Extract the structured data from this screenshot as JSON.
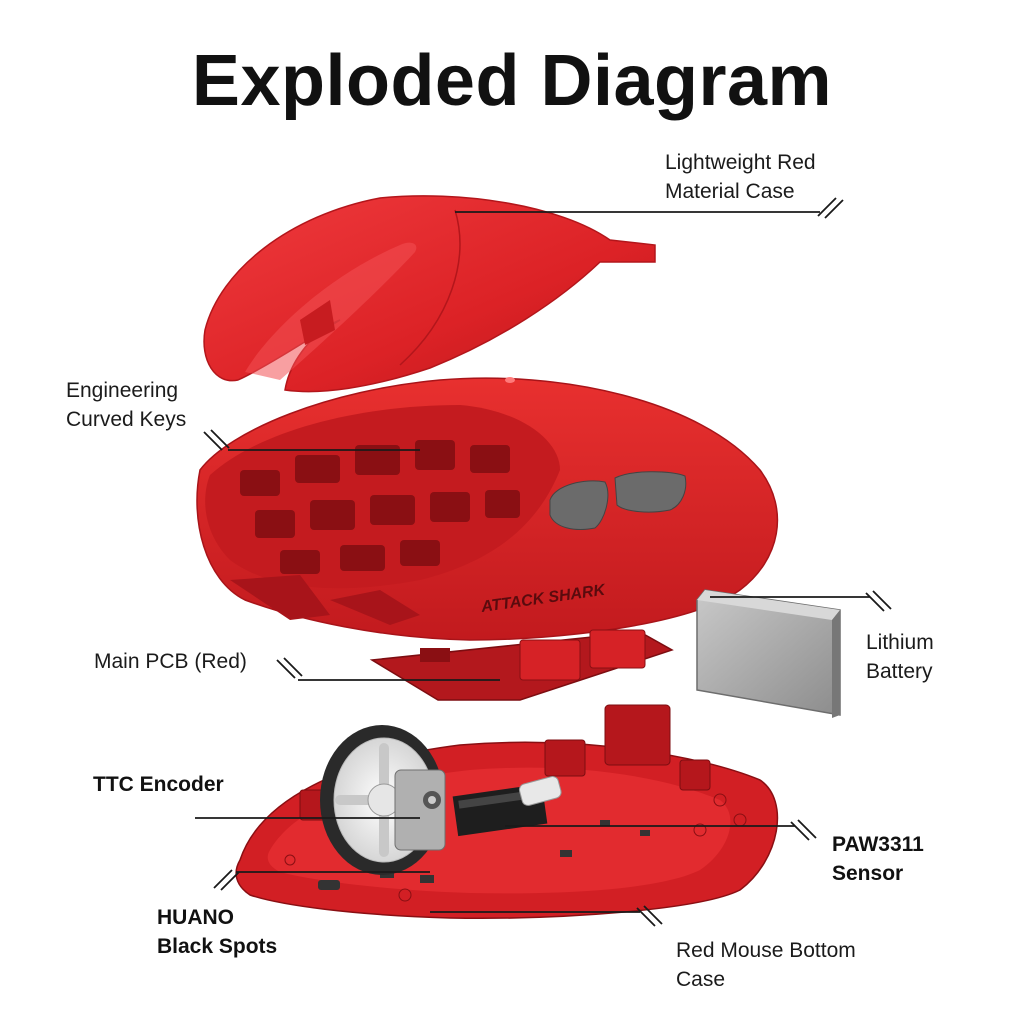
{
  "title": "Exploded Diagram",
  "labels": {
    "top_case": [
      "Lightweight Red",
      "Material Case"
    ],
    "curved_keys": [
      "Engineering",
      "Curved Keys"
    ],
    "main_pcb": [
      "Main PCB (Red)"
    ],
    "battery": [
      "Lithium",
      "Battery"
    ],
    "encoder": [
      "TTC Encoder"
    ],
    "sensor": [
      "PAW3311",
      "Sensor"
    ],
    "switches": [
      "HUANO",
      "Black Spots"
    ],
    "bottom_case": [
      "Red Mouse Bottom",
      "Case"
    ]
  },
  "logo_text": "ATTACK SHARK",
  "colors": {
    "shell_red": "#e02428",
    "shell_dark": "#b3161b",
    "pcb_red": "#d21f24",
    "battery_grey": "#9a9a9a",
    "button_grey": "#6b6b6b"
  }
}
